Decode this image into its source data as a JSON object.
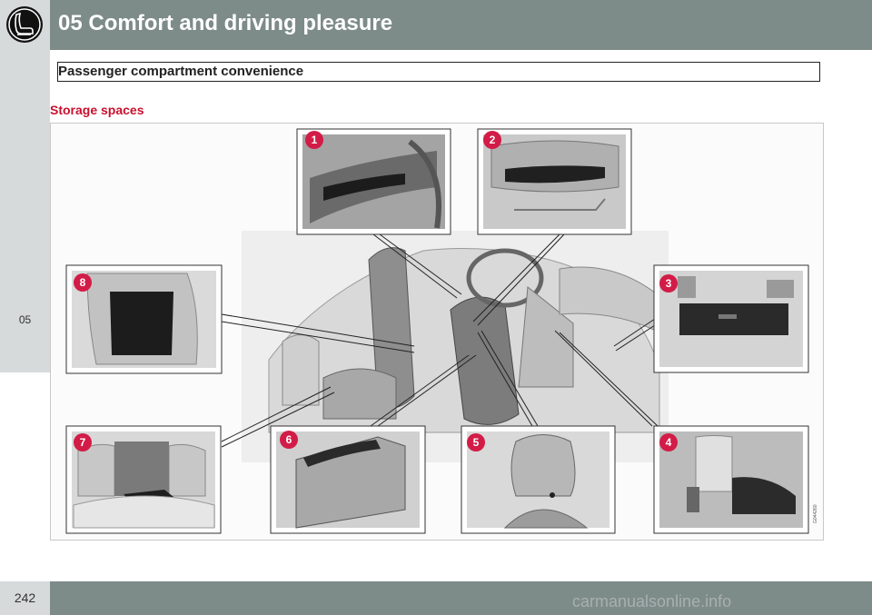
{
  "header": {
    "title": "05 Comfort and driving pleasure",
    "icon": "seat-icon"
  },
  "side_tab": {
    "label": "05"
  },
  "section": {
    "title": "Passenger compartment convenience"
  },
  "subsection": {
    "title": "Storage spaces"
  },
  "figure": {
    "image_code": "G044260",
    "callouts": [
      {
        "number": "1",
        "depicts": "door-panel-storage"
      },
      {
        "number": "2",
        "depicts": "seat-underside-storage"
      },
      {
        "number": "3",
        "depicts": "glovebox"
      },
      {
        "number": "4",
        "depicts": "center-console-storage"
      },
      {
        "number": "5",
        "depicts": "seat-back-hook"
      },
      {
        "number": "6",
        "depicts": "armrest-storage"
      },
      {
        "number": "7",
        "depicts": "rear-armrest-storage"
      },
      {
        "number": "8",
        "depicts": "seat-back-pocket"
      }
    ],
    "callout_color": "#d21c47"
  },
  "footer": {
    "page_number": "242",
    "watermark": "carmanualsonline.info"
  },
  "colors": {
    "header": "#7d8b89",
    "tab": "#d6dada",
    "accent": "#c8102e"
  }
}
